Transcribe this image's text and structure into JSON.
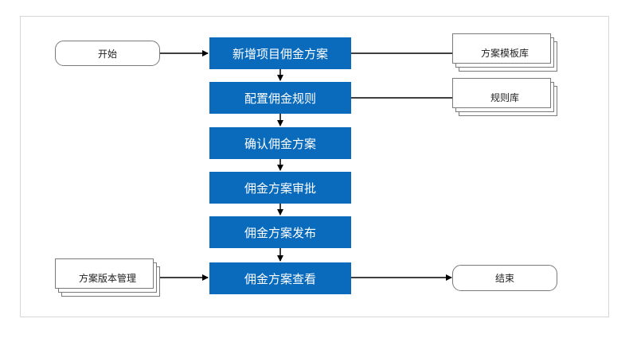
{
  "start": {
    "label": "开始"
  },
  "end": {
    "label": "结束"
  },
  "steps": [
    "新增项目佣金方案",
    "配置佣金规则",
    "确认佣金方案",
    "佣金方案审批",
    "佣金方案发布",
    "佣金方案查看"
  ],
  "libraries": {
    "template": "方案模板库",
    "rules": "规则库",
    "version": "方案版本管理"
  },
  "colors": {
    "step_fill": "#0a6bbd",
    "step_text": "#ffffff",
    "line": "#000000",
    "border": "#7a7a7a"
  }
}
